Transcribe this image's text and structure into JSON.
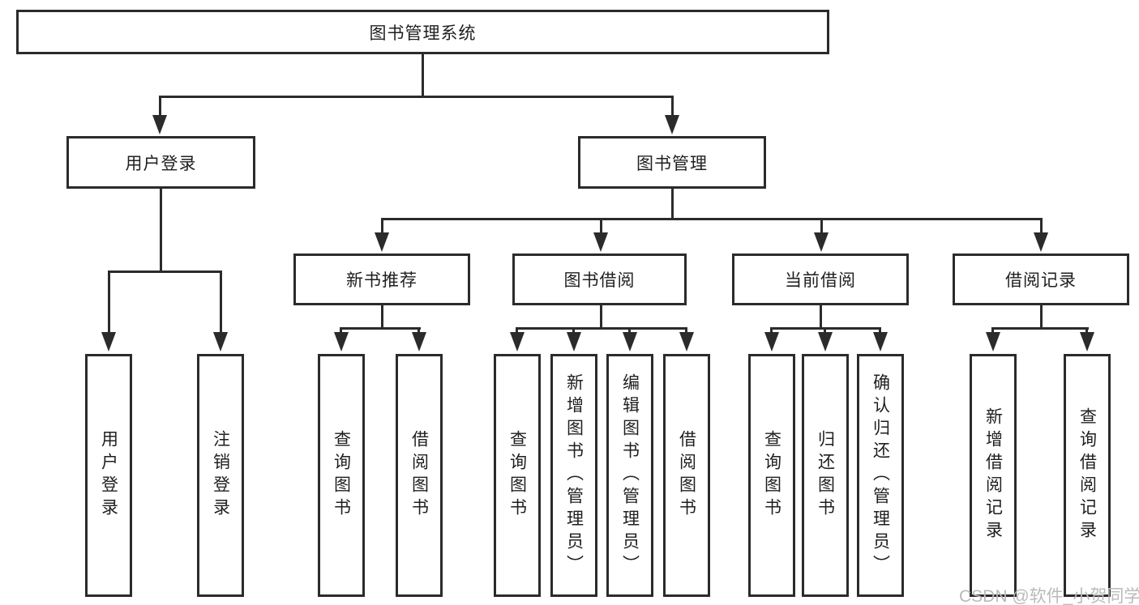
{
  "nodes": {
    "root": {
      "label": "图书管理系统"
    },
    "level2": [
      {
        "id": "user-login",
        "label": "用户登录"
      },
      {
        "id": "book-management",
        "label": "图书管理"
      }
    ],
    "level3": [
      {
        "id": "new-book-recommend",
        "label": "新书推荐",
        "parent": "图书管理"
      },
      {
        "id": "book-borrow",
        "label": "图书借阅",
        "parent": "图书管理"
      },
      {
        "id": "current-borrow",
        "label": "当前借阅",
        "parent": "图书管理"
      },
      {
        "id": "borrow-record",
        "label": "借阅记录",
        "parent": "图书管理"
      }
    ],
    "leaves": [
      {
        "label": "用户登录",
        "parent": "用户登录"
      },
      {
        "label": "注销登录",
        "parent": "用户登录"
      },
      {
        "label": "查询图书",
        "parent": "新书推荐"
      },
      {
        "label": "借阅图书",
        "parent": "新书推荐"
      },
      {
        "label": "查询图书",
        "parent": "图书借阅"
      },
      {
        "label": "新增图书（管理员）",
        "parent": "图书借阅"
      },
      {
        "label": "编辑图书（管理员）",
        "parent": "图书借阅"
      },
      {
        "label": "借阅图书",
        "parent": "图书借阅"
      },
      {
        "label": "查询图书",
        "parent": "当前借阅"
      },
      {
        "label": "归还图书",
        "parent": "当前借阅"
      },
      {
        "label": "确认归还（管理员）",
        "parent": "当前借阅"
      },
      {
        "label": "新增借阅记录",
        "parent": "借阅记录"
      },
      {
        "label": "查询借阅记录",
        "parent": "借阅记录"
      }
    ]
  },
  "watermark": "CSDN @软件_小贺同学",
  "colors": {
    "line": "#2b2b2b",
    "text": "#1f1f1f",
    "watermark": "#bababa",
    "background": "#ffffff"
  }
}
